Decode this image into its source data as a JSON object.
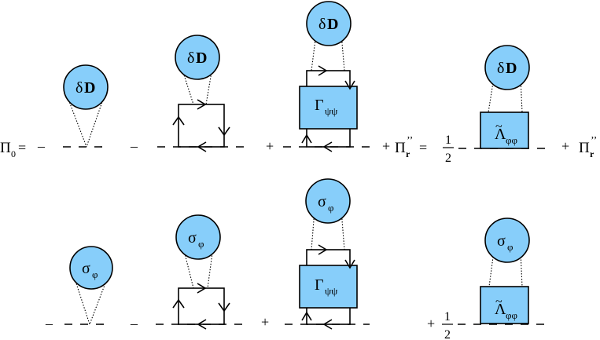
{
  "row1": {
    "lhs": {
      "pi": "Π",
      "sub": "0",
      "eq": "="
    },
    "signs": [
      "–",
      "–",
      "+",
      "+"
    ],
    "mid": {
      "pi": "Π",
      "sub": "r",
      "prime": "’’",
      "eq": "="
    },
    "half": {
      "num": "1",
      "den": "2"
    },
    "tail": {
      "plus": "+",
      "pi": "Π",
      "sub": "r",
      "prime": "’’"
    },
    "blob_label": {
      "delta": "δ",
      "letter": "D"
    },
    "box_gamma": {
      "sym": "Γ",
      "sub": "ψψ"
    },
    "box_lambda": {
      "sym": "Λ",
      "sub": "φφ",
      "tilde": "~"
    }
  },
  "row2": {
    "signs": [
      "–",
      "–",
      "+",
      "+"
    ],
    "half": {
      "num": "1",
      "den": "2"
    },
    "blob_label": {
      "sym": "σ",
      "sub": "φ"
    },
    "box_gamma": {
      "sym": "Γ",
      "sub": "ψψ"
    },
    "box_lambda": {
      "sym": "Λ",
      "sub": "φφ",
      "tilde": "~"
    }
  },
  "colors": {
    "fill": "#87CEFA",
    "line": "#000000",
    "background": "#ffffff"
  }
}
